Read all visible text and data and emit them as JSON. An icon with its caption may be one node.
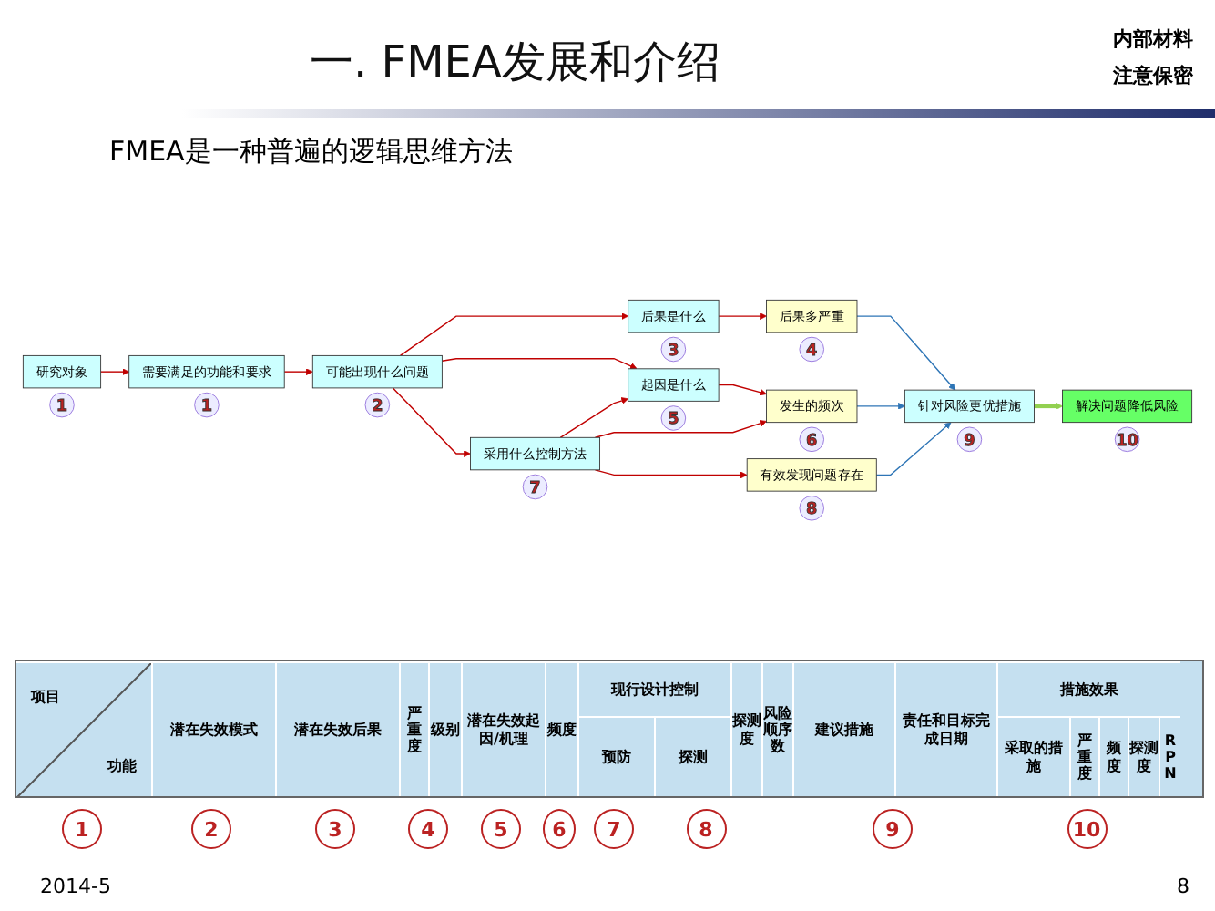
{
  "diagram": {
    "title": "一. FMEA发展和介绍",
    "nodes": [
      {
        "text": [
          "研究对象"
        ],
        "beside": [
          "1"
        ]
      },
      {
        "text": [
          "需要满足的功能和要求"
        ],
        "beside": [
          "1"
        ]
      },
      {
        "text": [
          "可能出现什么问题"
        ],
        "beside": [
          "2"
        ]
      },
      {
        "text": [
          "后果是什么"
        ],
        "beside": [
          "3"
        ]
      },
      {
        "text": [
          "起因是什么"
        ],
        "beside": [
          "5"
        ]
      },
      {
        "text": [
          "采用什么控制方法"
        ],
        "beside": [
          "7"
        ]
      },
      {
        "text": [
          "后果多严重"
        ],
        "beside": [
          "4"
        ]
      },
      {
        "text": [
          "发生的频次"
        ],
        "beside": [
          "6"
        ]
      },
      {
        "text": [
          "有效发现问题存在"
        ],
        "beside": [
          "8"
        ]
      },
      {
        "text": [
          "针对风险更优措施"
        ],
        "beside": [
          "9"
        ]
      },
      {
        "text": [
          "解决问题降低风险"
        ],
        "beside": [
          "10"
        ]
      }
    ],
    "edges": [
      {
        "from": 0,
        "to": 1,
        "arrow": "to"
      },
      {
        "from": 1,
        "to": 2,
        "arrow": "to"
      },
      {
        "from": 2,
        "to": 3,
        "arrow": "to"
      },
      {
        "from": 2,
        "to": 4,
        "arrow": "to"
      },
      {
        "from": 2,
        "to": 5,
        "arrow": "to"
      },
      {
        "from": 3,
        "to": 6,
        "arrow": "to"
      },
      {
        "from": 4,
        "to": 7,
        "arrow": "to"
      },
      {
        "from": 5,
        "to": 8,
        "arrow": "to"
      },
      {
        "from": 5,
        "to": 4,
        "arrow": "to"
      },
      {
        "from": 5,
        "to": 7,
        "arrow": "to"
      },
      {
        "from": 6,
        "to": 9,
        "arrow": "to",
        "color": "#2e75b6"
      },
      {
        "from": 7,
        "to": 9,
        "arrow": "to",
        "color": "#2e75b6"
      },
      {
        "from": 8,
        "to": 9,
        "arrow": "to",
        "color": "#2e75b6"
      },
      {
        "from": 9,
        "to": 10,
        "arrow": "to",
        "style": "thick",
        "color": "#92d050"
      }
    ],
    "labels": [
      "内部材料",
      "注意保密",
      "FMEA是一种普遍的逻辑思维方法",
      "项目",
      "功能",
      "潜在失效模式",
      "潜在失效后果",
      "严重度",
      "级别",
      "潜在失效起因/机理",
      "频度",
      "现行设计控制",
      "探测度",
      "风险顺序数",
      "建议措施",
      "责任和目标完成日期",
      "措施效果",
      "预防",
      "探测",
      "采取的措施",
      "严重度",
      "频度",
      "探测度",
      "RPN",
      "1",
      "2",
      "3",
      "4",
      "5",
      "6",
      "7",
      "8",
      "9",
      "10",
      "2014-5",
      "8"
    ]
  }
}
